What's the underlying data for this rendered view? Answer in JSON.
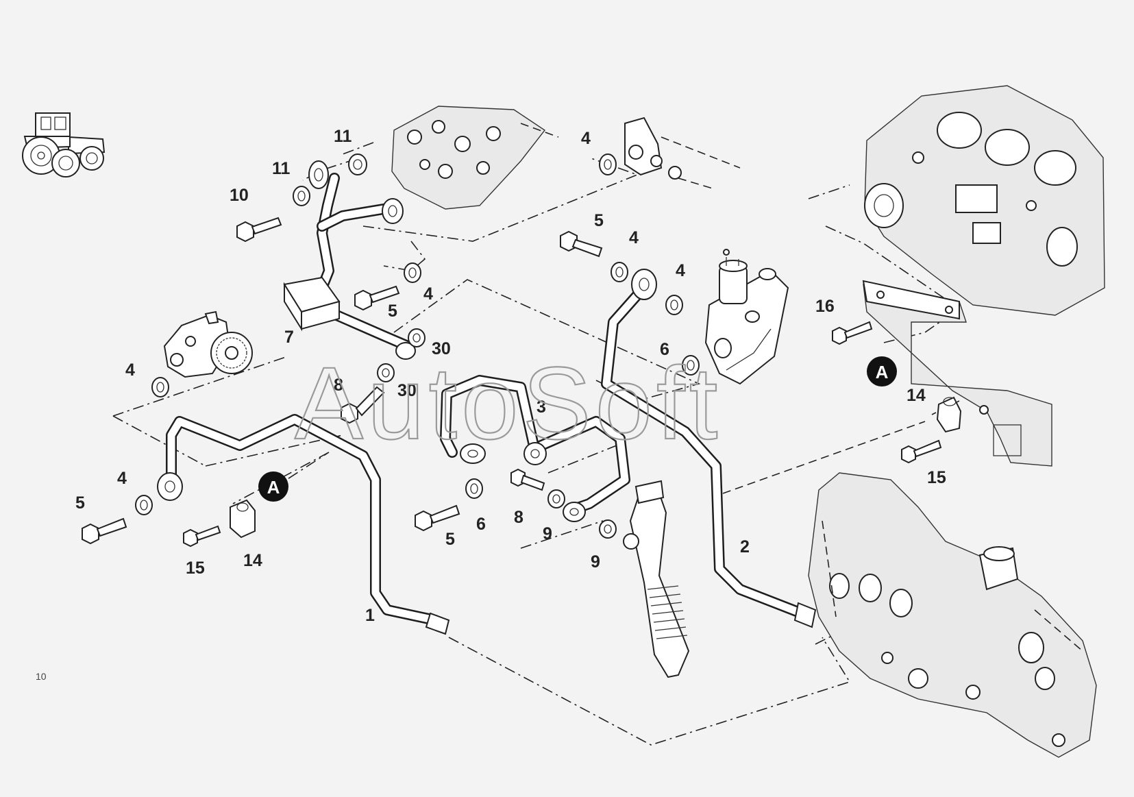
{
  "watermark": "AutoSoft",
  "page_fragment": "10",
  "callouts": {
    "c1": "1",
    "c2": "2",
    "c3": "3",
    "c4a": "4",
    "c4b": "4",
    "c4c": "4",
    "c4d": "4",
    "c4e": "4",
    "c4f": "4",
    "c5a": "5",
    "c5b": "5",
    "c5c": "5",
    "c5d": "5",
    "c6a": "6",
    "c6b": "6",
    "c7": "7",
    "c8a": "8",
    "c8b": "8",
    "c9a": "9",
    "c9b": "9",
    "c10": "10",
    "c11a": "11",
    "c11b": "11",
    "c14a": "14",
    "c14b": "14",
    "c15a": "15",
    "c15b": "15",
    "c16": "16",
    "c30a": "30",
    "c30b": "30"
  },
  "reference_markers": {
    "ref_a1": "A",
    "ref_a2": "A"
  },
  "icons": {
    "vehicle": "tractor-icon"
  }
}
